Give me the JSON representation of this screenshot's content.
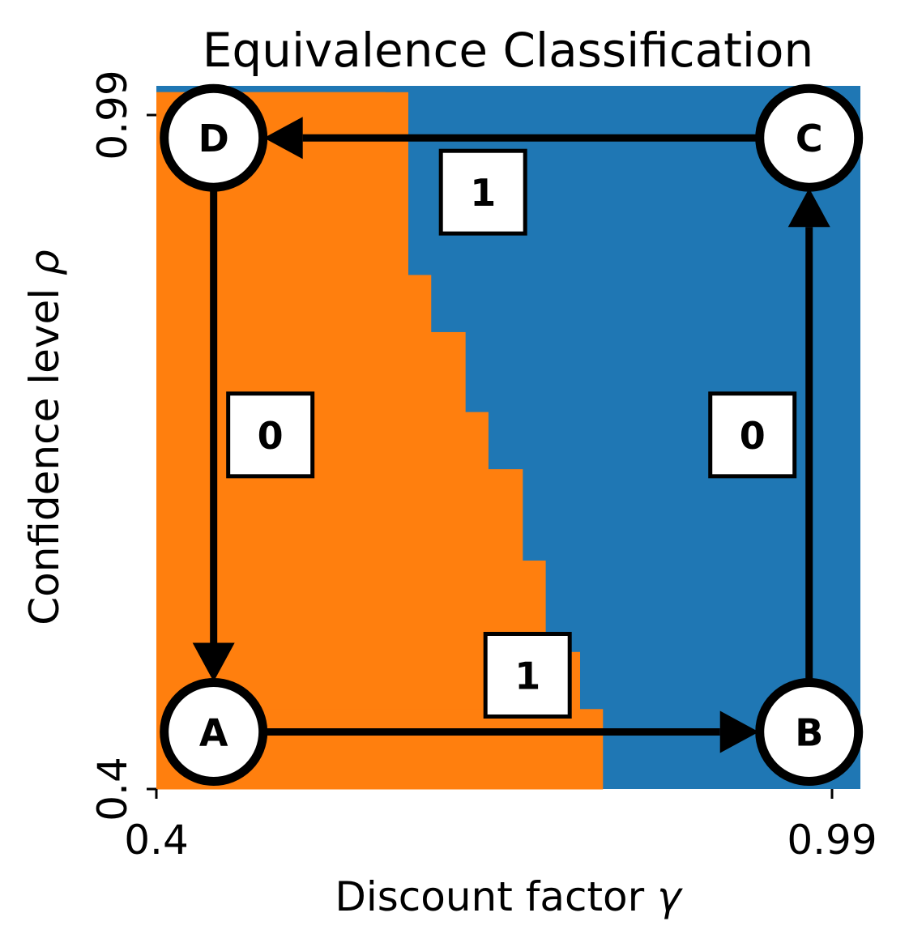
{
  "chart_data": {
    "type": "heatmap",
    "title": "Equivalence Classification",
    "xlabel": "Discount factor γ",
    "ylabel": "Confidence level ρ",
    "xlim": [
      0.4,
      0.99
    ],
    "ylim": [
      0.4,
      0.99
    ],
    "x_ticks": [
      "0.4",
      "0.99"
    ],
    "y_ticks": [
      "0.4",
      "0.99"
    ],
    "colors": {
      "class_0": "#ff7f0e",
      "class_1": "#1f77b4"
    },
    "boundary": {
      "description_rows": "for each confidence-level row (bottom to top), discount factor where class changes from orange to blue",
      "rows": [
        {
          "rho": [
            0.4,
            0.47
          ],
          "gamma_switch": 0.79
        },
        {
          "rho": [
            0.47,
            0.52
          ],
          "gamma_switch": 0.77
        },
        {
          "rho": [
            0.52,
            0.6
          ],
          "gamma_switch": 0.74
        },
        {
          "rho": [
            0.6,
            0.68
          ],
          "gamma_switch": 0.72
        },
        {
          "rho": [
            0.68,
            0.73
          ],
          "gamma_switch": 0.69
        },
        {
          "rho": [
            0.73,
            0.8
          ],
          "gamma_switch": 0.67
        },
        {
          "rho": [
            0.8,
            0.85
          ],
          "gamma_switch": 0.64
        },
        {
          "rho": [
            0.85,
            0.93
          ],
          "gamma_switch": 0.62
        },
        {
          "rho": [
            0.93,
            1.01
          ],
          "gamma_switch": 0.62
        }
      ],
      "top_row": {
        "rho": [
          0.975,
          1.01
        ],
        "gamma_switch": 0.6
      }
    },
    "nodes": [
      {
        "id": "A",
        "label": "A",
        "gamma": 0.45,
        "rho": 0.45
      },
      {
        "id": "B",
        "label": "B",
        "gamma": 0.97,
        "rho": 0.45
      },
      {
        "id": "C",
        "label": "C",
        "gamma": 0.97,
        "rho": 0.97
      },
      {
        "id": "D",
        "label": "D",
        "gamma": 0.45,
        "rho": 0.97
      }
    ],
    "edges": [
      {
        "from": "A",
        "to": "B",
        "label": "1"
      },
      {
        "from": "B",
        "to": "C",
        "label": "0"
      },
      {
        "from": "C",
        "to": "D",
        "label": "1"
      },
      {
        "from": "D",
        "to": "A",
        "label": "0"
      }
    ]
  }
}
